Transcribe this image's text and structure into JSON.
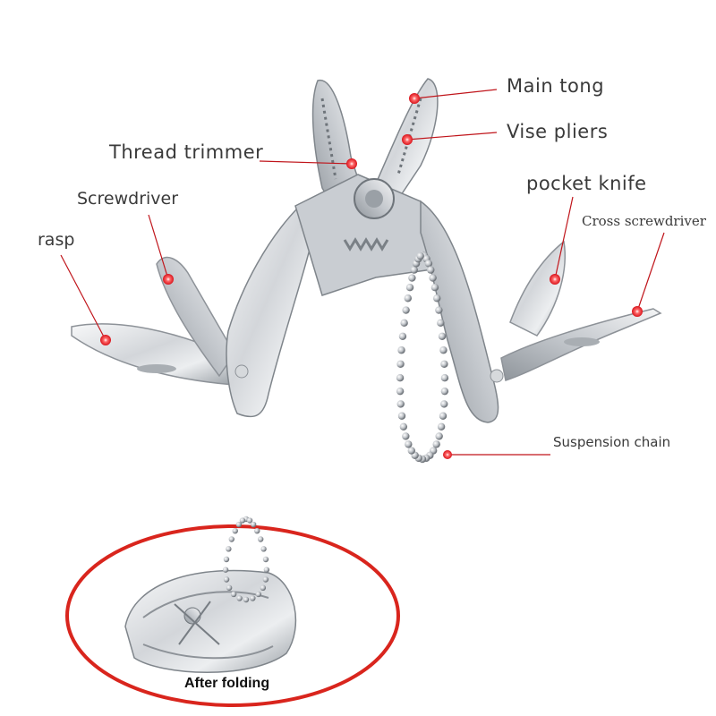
{
  "labels": {
    "main_tong": "Main tong",
    "vise_pliers": "Vise pliers",
    "thread_trimmer": "Thread trimmer",
    "pocket_knife": "pocket knife",
    "screwdriver": "Screwdriver",
    "cross_screwdriver": "Cross screwdriver",
    "rasp": "rasp",
    "suspension_chain": "Suspension chain",
    "after_folding": "After folding"
  },
  "colors": {
    "leader_line": "#c0151b",
    "marker_dot": "#e0202a",
    "fold_ellipse": "#d9251d",
    "steel_light": "#eef0f2",
    "steel_mid": "#c7cbd0",
    "steel_dark": "#8d9298"
  }
}
